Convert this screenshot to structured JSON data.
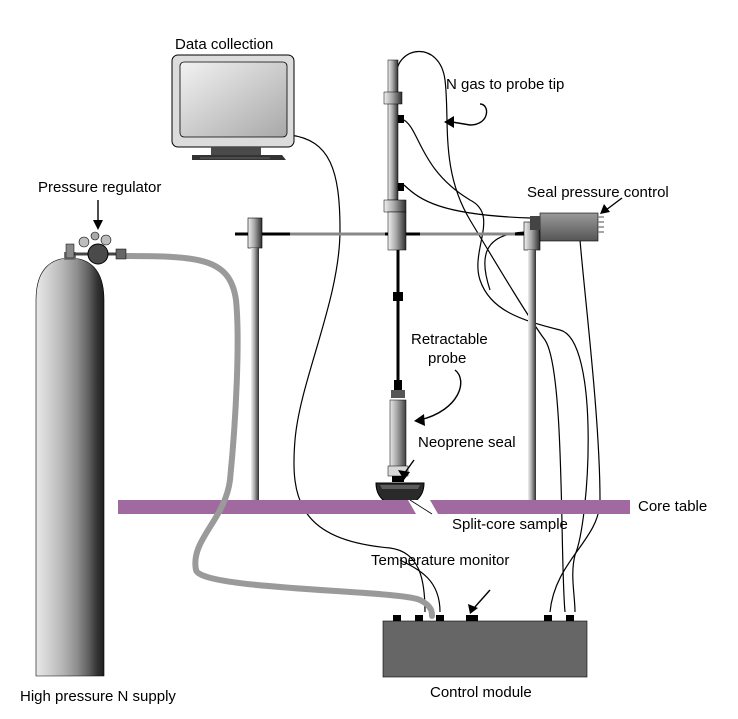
{
  "labels": {
    "data_collection": "Data collection",
    "n_gas": "N gas to probe tip",
    "seal_pressure": "Seal pressure control",
    "pressure_regulator": "Pressure regulator",
    "retractable_1": "Retractable",
    "retractable_2": "probe",
    "neoprene": "Neoprene seal",
    "core_table": "Core table",
    "split_core": "Split-core sample",
    "temperature": "Temperature monitor",
    "high_pressure": "High pressure N supply",
    "control_module": "Control module"
  },
  "colors": {
    "core_table": "#a06aa0",
    "hose": "#9a9a9a",
    "control_module": "#666666",
    "wire": "#000000"
  }
}
